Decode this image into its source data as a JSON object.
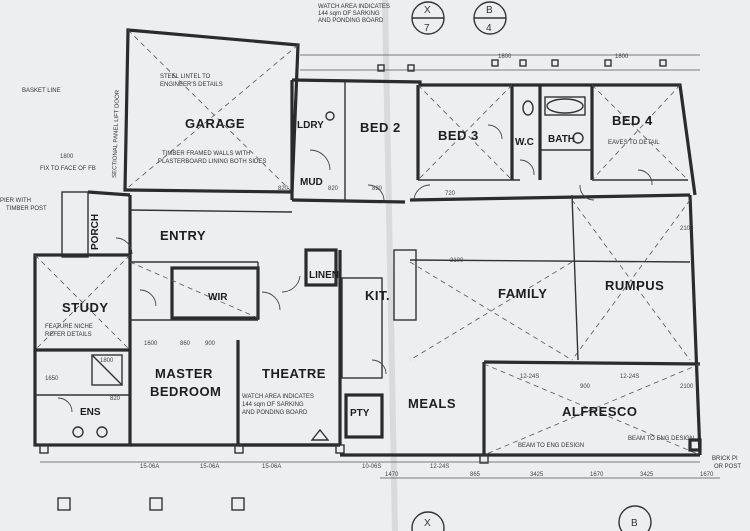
{
  "rooms": {
    "garage": "GARAGE",
    "ldry": "LDRY",
    "bed2": "BED 2",
    "bed3": "BED 3",
    "wc": "W.C",
    "bath": "BATH",
    "bed4": "BED 4",
    "mud": "MUD",
    "entry": "ENTRY",
    "porch": "PORCH",
    "study": "STUDY",
    "wir": "WIR",
    "linen": "LINEN",
    "kit": "KIT.",
    "family": "FAMILY",
    "rumpus": "RUMPUS",
    "master": "MASTER",
    "bedroom": "BEDROOM",
    "theatre": "THEATRE",
    "meals": "MEALS",
    "alfresco": "ALFRESCO",
    "pty": "PTY",
    "ens": "ENS"
  },
  "notes": {
    "garage_walls": "TIMBER FRAMED WALLS WITH",
    "garage_walls2": "PLASTERBOARD LINING BOTH SIDES",
    "steel_lintel": "STEEL LINTEL TO",
    "steel_lintel2": "ENGINEER'S DETAILS",
    "watch_area_top": "WATCH AREA INDICATES",
    "watch_area_top2": "144 sqm OF SARKING",
    "watch_area_top3": "AND PONDING BOARD",
    "theatre_watch": "WATCH AREA INDICATES",
    "theatre_watch2": "144 sqm OF SARKING",
    "theatre_watch3": "AND PONDING BOARD",
    "feature_niche": "FEATURE NICHE",
    "feature_niche2": "REFER DETAILS",
    "beam1": "BEAM TO ENG DESIGN",
    "beam2": "BEAM TO ENG DESIGN",
    "fix_to_face": "FIX TO FACE OF FB",
    "sectional_door": "SECTIONAL PANEL LIFT DOOR",
    "basket_line": "BASKET LINE",
    "pier_with": "PIER WITH",
    "timber_post": "TIMBER POST",
    "brick_pier": "BRICK PI",
    "or_post": "OR POST",
    "eaves": "EAVES TO DETAIL"
  },
  "dims": {
    "d1": "1800",
    "d2": "1600",
    "d3": "860",
    "d4": "900",
    "d5": "15-06A",
    "d6": "15-06A",
    "d7": "15-06A",
    "d8": "10-06S",
    "d9": "12-24S",
    "d10": "865",
    "d11": "3425",
    "d12": "3425",
    "d13": "1670",
    "d14": "1470",
    "d15": "1670",
    "d16": "12-24S",
    "d17": "12-24S",
    "d18": "2100",
    "d19": "820",
    "d20": "820",
    "d21": "820",
    "d22": "720",
    "d23": "1800",
    "d24": "1800",
    "d25": "2100",
    "d26": "1650",
    "d27": "1800",
    "d28": "900",
    "d29": "2100",
    "d30": "820"
  },
  "grid_refs": {
    "x_top": "X",
    "x_top_num": "7",
    "b_top": "B",
    "b_top_num": "4",
    "x_bot": "X",
    "b_bot": "B"
  }
}
